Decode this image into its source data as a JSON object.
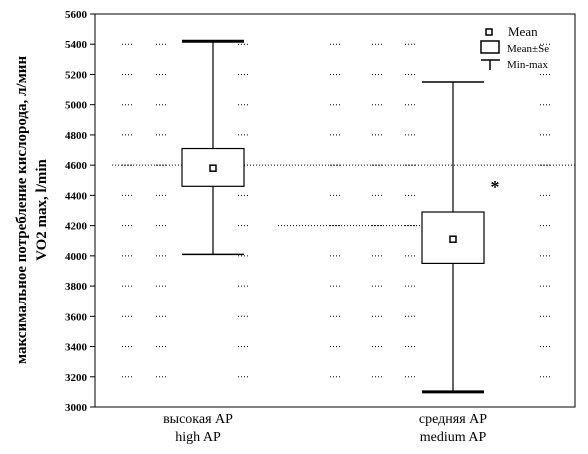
{
  "chart_data": {
    "type": "box",
    "title": "",
    "ylabel_line1": "максимальное потребление кислорода, л/мин",
    "ylabel_line2": "VO2 max, l/min",
    "ylim": [
      3000,
      5600
    ],
    "yticks": [
      "3000",
      "3200",
      "3400",
      "3600",
      "3800",
      "4000",
      "4200",
      "4400",
      "4600",
      "4800",
      "5000",
      "5200",
      "5400",
      "5600"
    ],
    "categories": [
      {
        "line1": "высокая АР",
        "line2": "high AP"
      },
      {
        "line1": "средняя АР",
        "line2": "medium AP"
      }
    ],
    "series": [
      {
        "category": "high AP",
        "mean": 4580,
        "se_low": 4460,
        "se_high": 4710,
        "min": 4010,
        "max": 5420
      },
      {
        "category": "medium AP",
        "mean": 4110,
        "se_low": 3950,
        "se_high": 4290,
        "min": 3100,
        "max": 5150
      }
    ],
    "annotation": {
      "text": "*",
      "category": "medium AP",
      "y": 4470
    },
    "legend": {
      "placement": "top-right",
      "items": [
        {
          "symbol": "square-marker",
          "label": "Mean"
        },
        {
          "symbol": "box",
          "label": "Mean±Se"
        },
        {
          "symbol": "whisker",
          "label": "Min-max"
        }
      ]
    }
  }
}
